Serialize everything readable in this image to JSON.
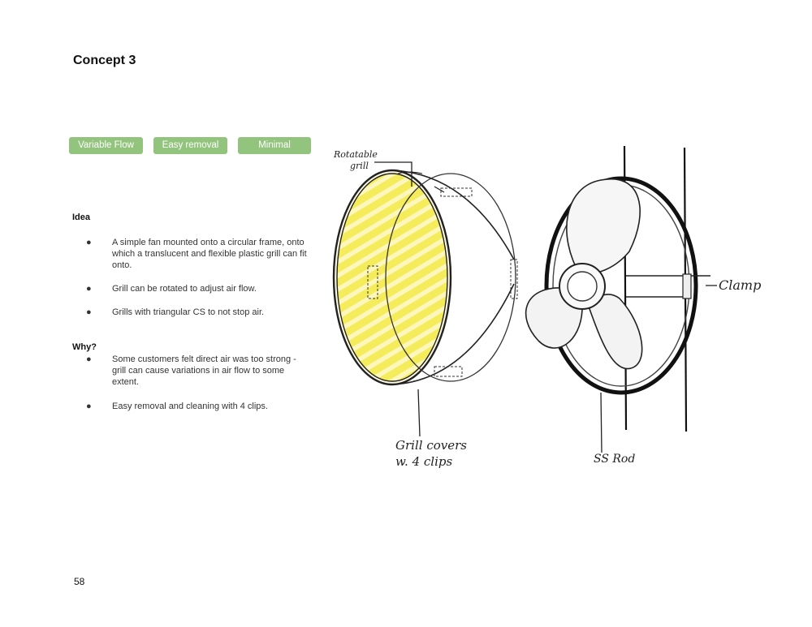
{
  "page": {
    "title": "Concept 3",
    "page_number": "58"
  },
  "tags": [
    {
      "label": "Variable Flow",
      "color": "#93c47d"
    },
    {
      "label": "Easy removal",
      "color": "#93c47d"
    },
    {
      "label": "Minimal",
      "color": "#93c47d"
    }
  ],
  "idea": {
    "heading": "Idea",
    "bullet_symbol": "●",
    "items": [
      "A simple fan mounted onto a circular frame, onto which a translucent and flexible plastic grill can fit onto.",
      "Grill can be rotated to adjust air flow.",
      "Grills with triangular CS to not stop air."
    ]
  },
  "why": {
    "heading": "Why?",
    "bullet_symbol": "●",
    "items": [
      "Some customers felt direct air was too strong - grill can cause variations in air flow to some extent.",
      "Easy removal and cleaning with 4 clips."
    ]
  },
  "sketch": {
    "labels": {
      "rotatable_grill_line1": "Rotatable",
      "rotatable_grill_line2": "grill",
      "grill_covers_line1": "Grill covers",
      "grill_covers_line2": "w. 4 clips",
      "clamp": "Clamp",
      "ss_rod": "SS Rod"
    },
    "highlight_color": "#f2ea4a"
  }
}
